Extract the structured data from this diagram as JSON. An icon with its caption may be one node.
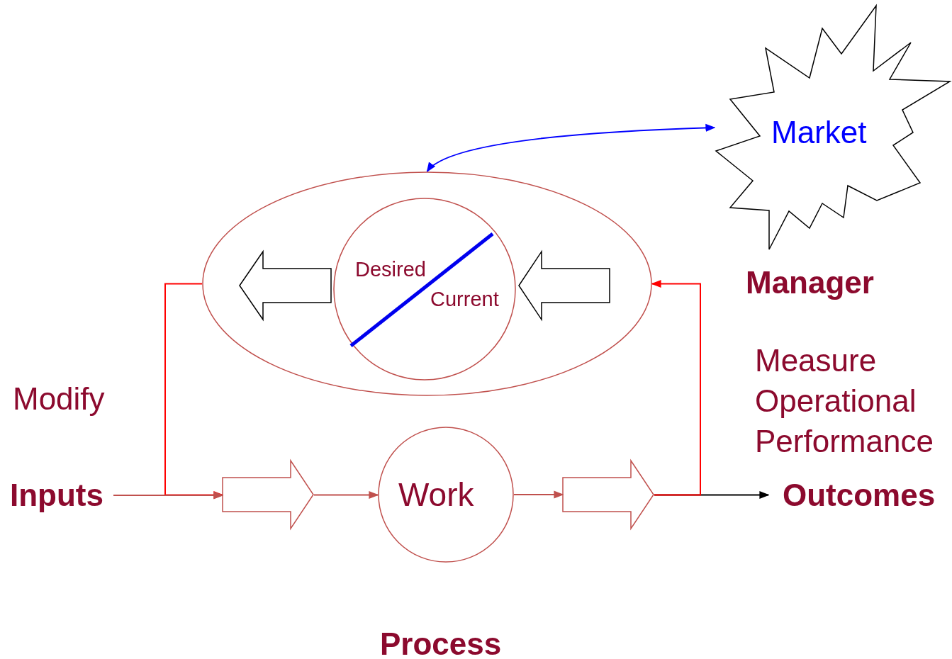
{
  "diagram": {
    "nodes": [
      {
        "text": [
          "Market"
        ]
      },
      {
        "text": [],
        "shape": "ellipse"
      },
      {
        "text": [],
        "shape": "arrow",
        "in": 1
      },
      {
        "text": [
          "Desired",
          "Current"
        ],
        "in": 1
      },
      {
        "text": [],
        "shape": "arrow",
        "in": 1
      },
      {
        "text": [
          "Inputs"
        ]
      },
      {
        "text": [],
        "shape": "arrow"
      },
      {
        "text": [
          "Work"
        ]
      },
      {
        "text": [],
        "shape": "arrow"
      },
      {
        "text": [
          "Outcomes"
        ]
      }
    ],
    "edges": [
      {
        "from": 1,
        "to": 0,
        "arrow": "both",
        "color": "#0000ff"
      },
      {
        "from": 1,
        "to": 6,
        "arrow": "to",
        "color": "#ff0000"
      },
      {
        "from": 5,
        "to": 6,
        "arrow": "to"
      },
      {
        "from": 6,
        "to": 7,
        "arrow": "to"
      },
      {
        "from": 7,
        "to": 8,
        "arrow": "to"
      },
      {
        "from": 8,
        "to": 9,
        "arrow": "to",
        "color": "#000000"
      },
      {
        "from": 8,
        "to": 1,
        "arrow": "to",
        "color": "#ff0000"
      }
    ],
    "labels": [
      "Manager",
      "Measure Operational Performance",
      "Modify",
      "Process"
    ]
  }
}
